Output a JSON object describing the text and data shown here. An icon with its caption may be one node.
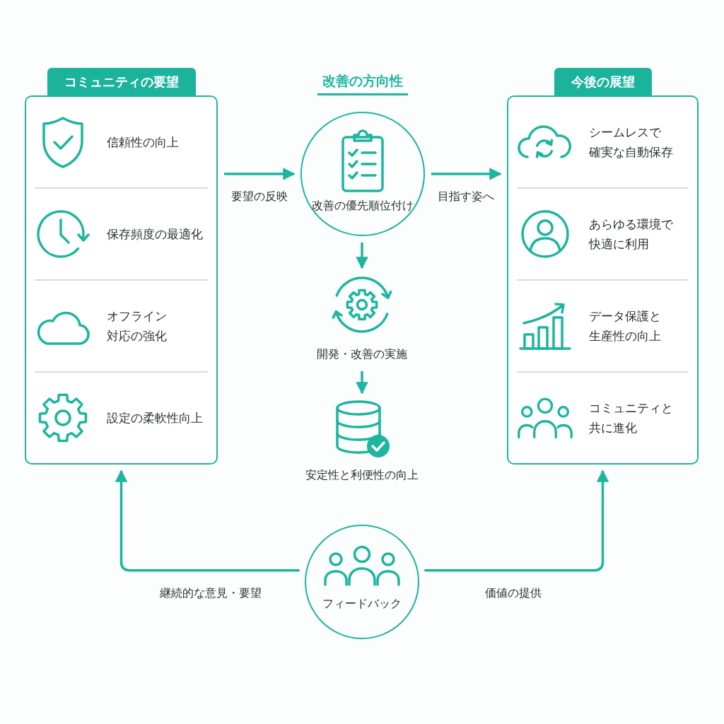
{
  "diagram": {
    "nodes": [
      {
        "text": [
          "コミュニティの要望"
        ]
      },
      {
        "text": [
          "信頼性の向上"
        ],
        "in": 0
      },
      {
        "text": [
          "保存頻度の最適化"
        ],
        "in": 0
      },
      {
        "text": [
          "オフライン対応の強化"
        ],
        "in": 0
      },
      {
        "text": [
          "設定の柔軟性向上"
        ],
        "in": 0
      },
      {
        "text": [
          "改善の優先順位付け"
        ]
      },
      {
        "text": [
          "開発・改善の実施"
        ]
      },
      {
        "text": [
          "安定性と利便性の向上"
        ]
      },
      {
        "text": [
          "今後の展望"
        ]
      },
      {
        "text": [
          "シームレスで確実な自動保存"
        ],
        "in": 8
      },
      {
        "text": [
          "あらゆる環境で快適に利用"
        ],
        "in": 8
      },
      {
        "text": [
          "データ保護と生産性の向上"
        ],
        "in": 8
      },
      {
        "text": [
          "コミュニティと共に進化"
        ],
        "in": 8
      },
      {
        "text": [
          "フィードバック"
        ]
      }
    ],
    "edges": [
      {
        "from": 0,
        "to": 5,
        "arrow": "to",
        "label": "要望の反映"
      },
      {
        "from": 5,
        "to": 8,
        "arrow": "to",
        "label": "目指す姿へ"
      },
      {
        "from": 5,
        "to": 6,
        "arrow": "to"
      },
      {
        "from": 6,
        "to": 7,
        "arrow": "to"
      },
      {
        "from": 13,
        "to": 0,
        "arrow": "to",
        "label": "継続的な意見・要望"
      },
      {
        "from": 13,
        "to": 8,
        "arrow": "to",
        "label": "価値の提供"
      }
    ],
    "labels": [
      "改善の方向性"
    ]
  }
}
